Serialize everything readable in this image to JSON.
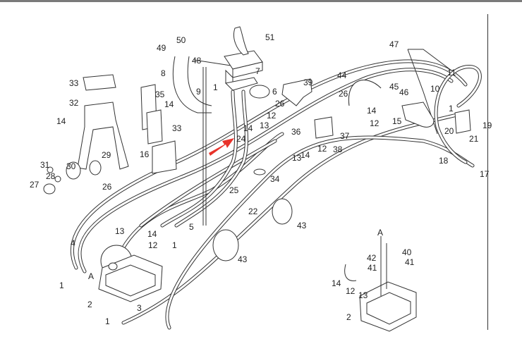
{
  "diagram": {
    "type": "exploded parts diagram - hydraulic hoses and control valve",
    "detail_view_label": "A",
    "arrow_color": "#e8322a",
    "callouts": [
      "50",
      "49",
      "51",
      "48",
      "8",
      "7",
      "9",
      "1",
      "33",
      "35",
      "14",
      "6",
      "39",
      "26",
      "26",
      "44",
      "45",
      "46",
      "14",
      "12",
      "15",
      "47",
      "11",
      "10",
      "1",
      "20",
      "19",
      "21",
      "18",
      "17",
      "32",
      "14",
      "33",
      "16",
      "29",
      "31",
      "30",
      "28",
      "27",
      "26",
      "12",
      "13",
      "14",
      "24",
      "36",
      "37",
      "38",
      "12",
      "14",
      "13",
      "34",
      "25",
      "22",
      "43",
      "43",
      "5",
      "13",
      "14",
      "12",
      "1",
      "4",
      "1",
      "A",
      "2",
      "3",
      "1",
      "A",
      "42",
      "40",
      "41",
      "41",
      "14",
      "12",
      "13",
      "2"
    ]
  }
}
